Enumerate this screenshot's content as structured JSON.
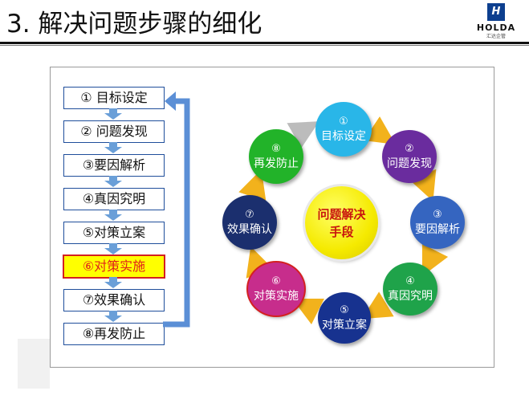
{
  "title": "3. 解决问题步骤的细化",
  "logo": {
    "mark": "H",
    "text": "HOLDA",
    "sub": "汇达企管"
  },
  "steps": [
    {
      "label": "① 目标设定"
    },
    {
      "label": "② 问题发现"
    },
    {
      "label": "③要因解析"
    },
    {
      "label": "④真因究明"
    },
    {
      "label": "⑤对策立案"
    },
    {
      "label": "⑥对策实施"
    },
    {
      "label": "⑦效果确认"
    },
    {
      "label": "⑧再发防止"
    }
  ],
  "cycle": {
    "center_line1": "问题解决",
    "center_line2": "手段",
    "nodes": [
      {
        "num": "①",
        "label": "目标设定",
        "color": "#29b6e8"
      },
      {
        "num": "②",
        "label": "问题发现",
        "color": "#6a2c9e"
      },
      {
        "num": "③",
        "label": "要因解析",
        "color": "#3565c0"
      },
      {
        "num": "④",
        "label": "真因究明",
        "color": "#1fa34a"
      },
      {
        "num": "⑤",
        "label": "对策立案",
        "color": "#17328f"
      },
      {
        "num": "⑥",
        "label": "对策实施",
        "color": "#c72d8c"
      },
      {
        "num": "⑦",
        "label": "效果确认",
        "color": "#1b2f6e"
      },
      {
        "num": "⑧",
        "label": "再发防止",
        "color": "#22b329"
      }
    ]
  },
  "colors": {
    "arrow_blue": "#6a9fd8",
    "cycle_arrow": "#f2b21c",
    "bracket_blue": "#5b8fd6"
  }
}
